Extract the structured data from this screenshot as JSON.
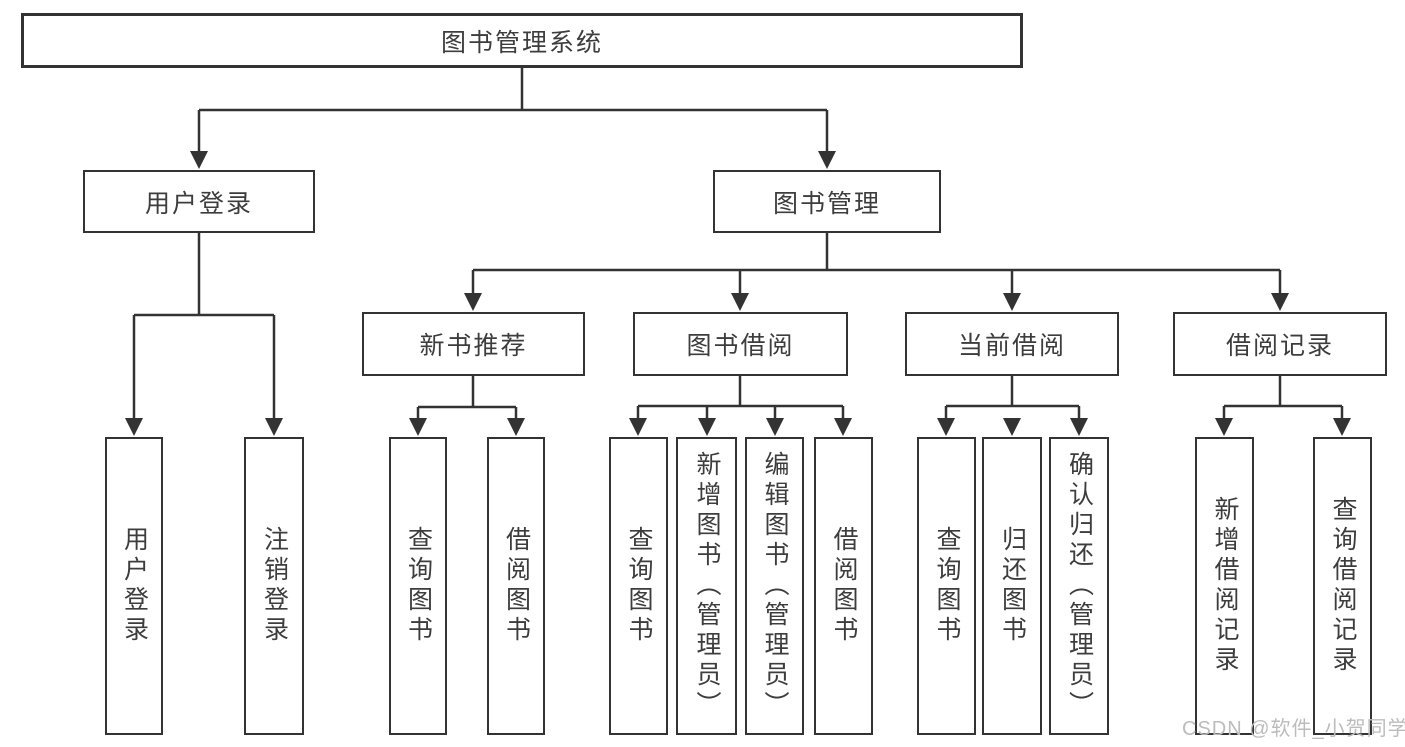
{
  "diagram": {
    "root": {
      "label": "图书管理系统"
    },
    "branches": [
      {
        "label": "用户登录",
        "children": [
          {
            "label": "用户登录"
          },
          {
            "label": "注销登录"
          }
        ]
      },
      {
        "label": "图书管理",
        "children": [
          {
            "label": "新书推荐",
            "children": [
              {
                "label": "查询图书"
              },
              {
                "label": "借阅图书"
              }
            ]
          },
          {
            "label": "图书借阅",
            "children": [
              {
                "label": "查询图书"
              },
              {
                "label": "新增图书（管理员）"
              },
              {
                "label": "编辑图书（管理员）"
              },
              {
                "label": "借阅图书"
              }
            ]
          },
          {
            "label": "当前借阅",
            "children": [
              {
                "label": "查询图书"
              },
              {
                "label": "归还图书"
              },
              {
                "label": "确认归还（管理员）"
              }
            ]
          },
          {
            "label": "借阅记录",
            "children": [
              {
                "label": "新增借阅记录"
              },
              {
                "label": "查询借阅记录"
              }
            ]
          }
        ]
      }
    ],
    "watermark": "CSDN @软件_小贺同学",
    "colors": {
      "line": "#333333",
      "text": "#3d3d3d",
      "watermark": "#bcbcbc",
      "background": "#ffffff"
    }
  }
}
